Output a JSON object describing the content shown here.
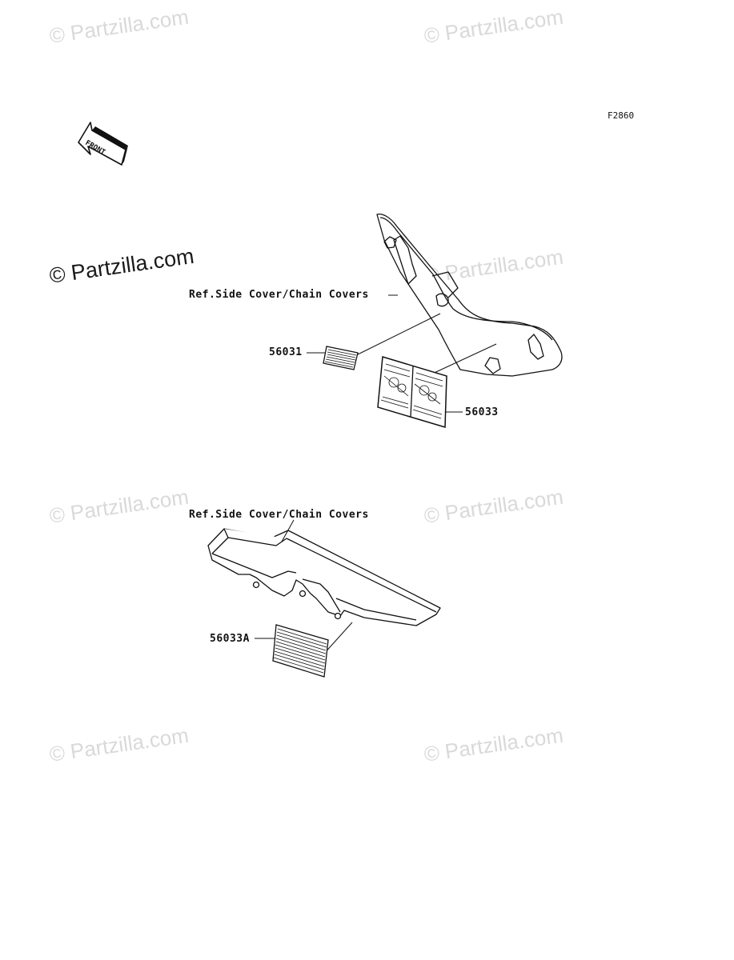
{
  "figure_code": "F2860",
  "front_arrow": {
    "label": "FRONT",
    "icon": "front-arrow-icon"
  },
  "watermarks": [
    "© Partzilla.com",
    "© Partzilla.com",
    "© Partzilla.com",
    "© Partzilla.com",
    "© Partzilla.com",
    "© Partzilla.com",
    "© Partzilla.com",
    "© Partzilla.com"
  ],
  "upper_group": {
    "reference_label": "Ref.Side Cover/Chain Covers",
    "parts": [
      {
        "number": "56031"
      },
      {
        "number": "56033"
      }
    ]
  },
  "lower_group": {
    "reference_label": "Ref.Side Cover/Chain Covers",
    "parts": [
      {
        "number": "56033A"
      }
    ]
  }
}
